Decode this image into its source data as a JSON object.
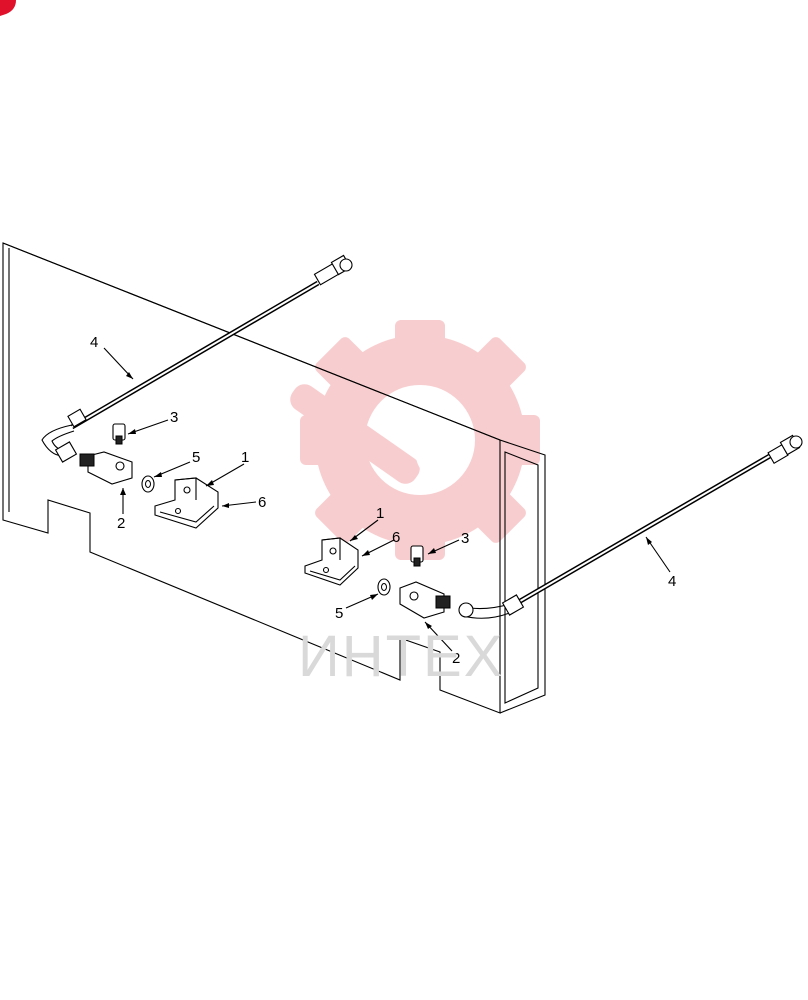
{
  "watermark": {
    "text": "ИНТЕХ",
    "color": "#f2a7a9",
    "icon": "gear-wrench-logo"
  },
  "corner_badge": {
    "color": "#e0112b",
    "icon": "brand-badge"
  },
  "callouts": {
    "left_bracket": "1",
    "left_fitting": "2",
    "left_connector": "3",
    "left_hose": "4",
    "left_washer": "5",
    "left_bolt": "6",
    "right_bracket": "1",
    "right_fitting": "2",
    "right_connector": "3",
    "right_hose": "4",
    "right_washer": "5",
    "right_bolt": "6"
  }
}
